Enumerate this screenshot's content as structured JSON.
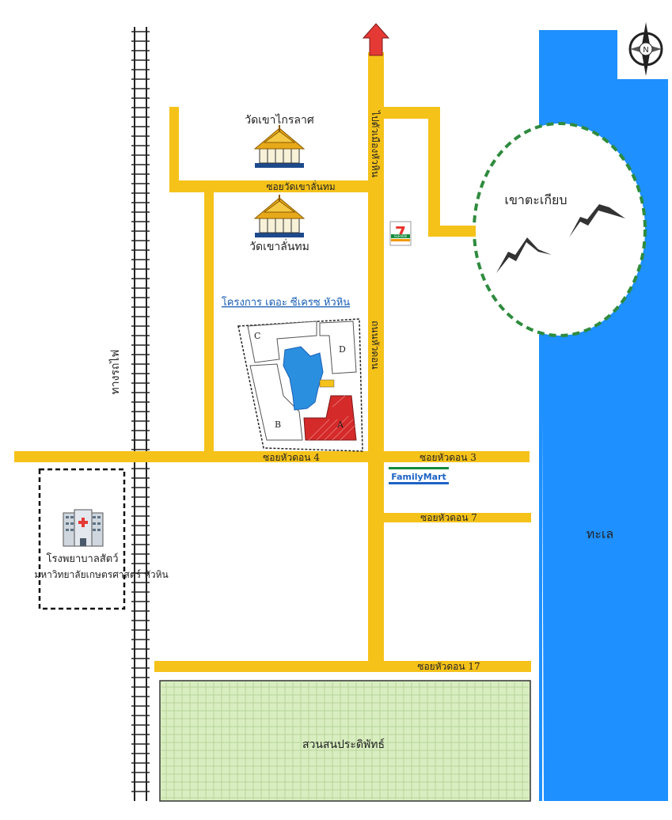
{
  "colors": {
    "road": "#f5c21a",
    "sea": "#1e90ff",
    "park": "#d9eec0",
    "mountain_border": "#2e8b3e",
    "project_red": "#d42a2a",
    "pool": "#2b8fe0",
    "arrow": "#e53935"
  },
  "temples": {
    "upper": "วัดเขาไกรลาศ",
    "lower": "วัดเขาลั่นทม"
  },
  "roads": {
    "main_road_north": "ไปตัวเมืองหัวหิน",
    "main_road_mid": "ถนนหัวดอน",
    "soi_wat": "ซอยวัดเขาลั่นทม",
    "soi_4": "ซอยหัวดอน 4",
    "soi_3": "ซอยหัวดอน 3",
    "soi_7": "ซอยหัวดอน 7",
    "soi_17": "ซอยหัวดอน 17",
    "railway": "ทางรถไฟ"
  },
  "project": {
    "title": "โครงการ เดอะ ซีเครซ หัวหิน",
    "buildings": [
      "A",
      "B",
      "C",
      "D"
    ]
  },
  "landmarks": {
    "mountain": "เขาตะเกียบ",
    "sea": "ทะเล",
    "park": "สวนสนประดิพัทธ์",
    "hospital_line1": "โรงพยาบาลสัตว์",
    "hospital_line2": "มหาวิทยาลัยเกษตรศาสตร์ หัวหิน",
    "seven_eleven": "ELEVEN",
    "family_mart": "FamilyMart",
    "compass": "N"
  },
  "icons": [
    "north-arrow-icon",
    "compass-icon",
    "temple-icon",
    "mountain-icon",
    "hospital-icon",
    "seven-eleven-icon",
    "family-mart-icon"
  ]
}
